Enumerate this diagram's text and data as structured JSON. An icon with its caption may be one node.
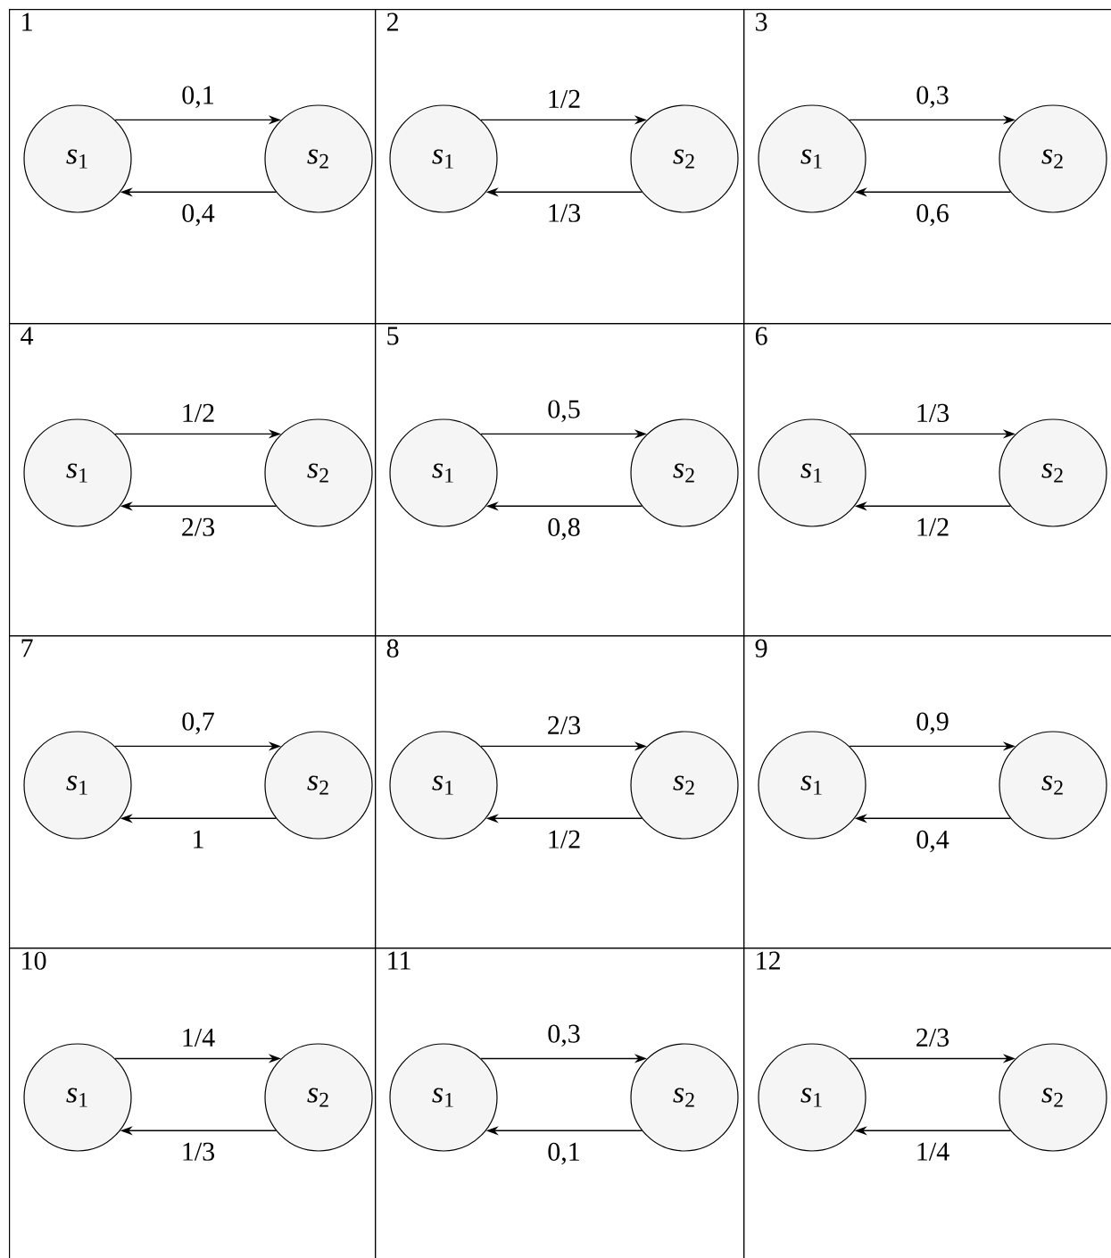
{
  "diagram": {
    "nodes": [
      {
        "text": [
          "1"
        ]
      },
      {
        "text": [
          "*s*$_{1}$"
        ],
        "in": 0
      },
      {
        "text": [
          "*s*$_{2}$"
        ],
        "in": 0
      },
      {
        "text": [
          "2"
        ]
      },
      {
        "text": [
          "*s*$_{1}$"
        ],
        "in": 3
      },
      {
        "text": [
          "*s*$_{2}$"
        ],
        "in": 3
      },
      {
        "text": [
          "3"
        ]
      },
      {
        "text": [
          "*s*$_{1}$"
        ],
        "in": 6
      },
      {
        "text": [
          "*s*$_{2}$"
        ],
        "in": 6
      },
      {
        "text": [
          "4"
        ]
      },
      {
        "text": [
          "*s*$_{1}$"
        ],
        "in": 9
      },
      {
        "text": [
          "*s*$_{2}$"
        ],
        "in": 9
      },
      {
        "text": [
          "5"
        ]
      },
      {
        "text": [
          "*s*$_{1}$"
        ],
        "in": 12
      },
      {
        "text": [
          "*s*$_{2}$"
        ],
        "in": 12
      },
      {
        "text": [
          "6"
        ]
      },
      {
        "text": [
          "*s*$_{1}$"
        ],
        "in": 15
      },
      {
        "text": [
          "*s*$_{2}$"
        ],
        "in": 15
      },
      {
        "text": [
          "7"
        ]
      },
      {
        "text": [
          "*s*$_{1}$"
        ],
        "in": 18
      },
      {
        "text": [
          "*s*$_{2}$"
        ],
        "in": 18
      },
      {
        "text": [
          "8"
        ]
      },
      {
        "text": [
          "*s*$_{1}$"
        ],
        "in": 21
      },
      {
        "text": [
          "*s*$_{2}$"
        ],
        "in": 21
      },
      {
        "text": [
          "9"
        ]
      },
      {
        "text": [
          "*s*$_{1}$"
        ],
        "in": 24
      },
      {
        "text": [
          "*s*$_{2}$"
        ],
        "in": 24
      },
      {
        "text": [
          "10"
        ]
      },
      {
        "text": [
          "*s*$_{1}$"
        ],
        "in": 27
      },
      {
        "text": [
          "*s*$_{2}$"
        ],
        "in": 27
      },
      {
        "text": [
          "11"
        ]
      },
      {
        "text": [
          "*s*$_{1}$"
        ],
        "in": 30
      },
      {
        "text": [
          "*s*$_{2}$"
        ],
        "in": 30
      },
      {
        "text": [
          "12"
        ]
      },
      {
        "text": [
          "*s*$_{1}$"
        ],
        "in": 33
      },
      {
        "text": [
          "*s*$_{2}$"
        ],
        "in": 33
      }
    ],
    "edges": [
      {
        "from": 1,
        "to": 2,
        "arrow": "to",
        "label": "0,1"
      },
      {
        "from": 2,
        "to": 1,
        "arrow": "to",
        "label": "0,4"
      },
      {
        "from": 4,
        "to": 5,
        "arrow": "to",
        "label": "1/2"
      },
      {
        "from": 5,
        "to": 4,
        "arrow": "to",
        "label": "1/3"
      },
      {
        "from": 7,
        "to": 8,
        "arrow": "to",
        "label": "0,3"
      },
      {
        "from": 8,
        "to": 7,
        "arrow": "to",
        "label": "0,6"
      },
      {
        "from": 10,
        "to": 11,
        "arrow": "to",
        "label": "1/2"
      },
      {
        "from": 11,
        "to": 10,
        "arrow": "to",
        "label": "2/3"
      },
      {
        "from": 13,
        "to": 14,
        "arrow": "to",
        "label": "0,5"
      },
      {
        "from": 14,
        "to": 13,
        "arrow": "to",
        "label": "0,8"
      },
      {
        "from": 16,
        "to": 17,
        "arrow": "to",
        "label": "1/3"
      },
      {
        "from": 17,
        "to": 16,
        "arrow": "to",
        "label": "1/2"
      },
      {
        "from": 19,
        "to": 20,
        "arrow": "to",
        "label": "0,7"
      },
      {
        "from": 20,
        "to": 19,
        "arrow": "to",
        "label": "1"
      },
      {
        "from": 22,
        "to": 23,
        "arrow": "to",
        "label": "2/3"
      },
      {
        "from": 23,
        "to": 22,
        "arrow": "to",
        "label": "1/2"
      },
      {
        "from": 25,
        "to": 26,
        "arrow": "to",
        "label": "0,9"
      },
      {
        "from": 26,
        "to": 25,
        "arrow": "to",
        "label": "0,4"
      },
      {
        "from": 28,
        "to": 29,
        "arrow": "to",
        "label": "1/4"
      },
      {
        "from": 29,
        "to": 28,
        "arrow": "to",
        "label": "1/3"
      },
      {
        "from": 31,
        "to": 32,
        "arrow": "to",
        "label": "0,3"
      },
      {
        "from": 32,
        "to": 31,
        "arrow": "to",
        "label": "0,1"
      },
      {
        "from": 34,
        "to": 35,
        "arrow": "to",
        "label": "2/3"
      },
      {
        "from": 35,
        "to": 34,
        "arrow": "to",
        "label": "1/4"
      }
    ]
  }
}
